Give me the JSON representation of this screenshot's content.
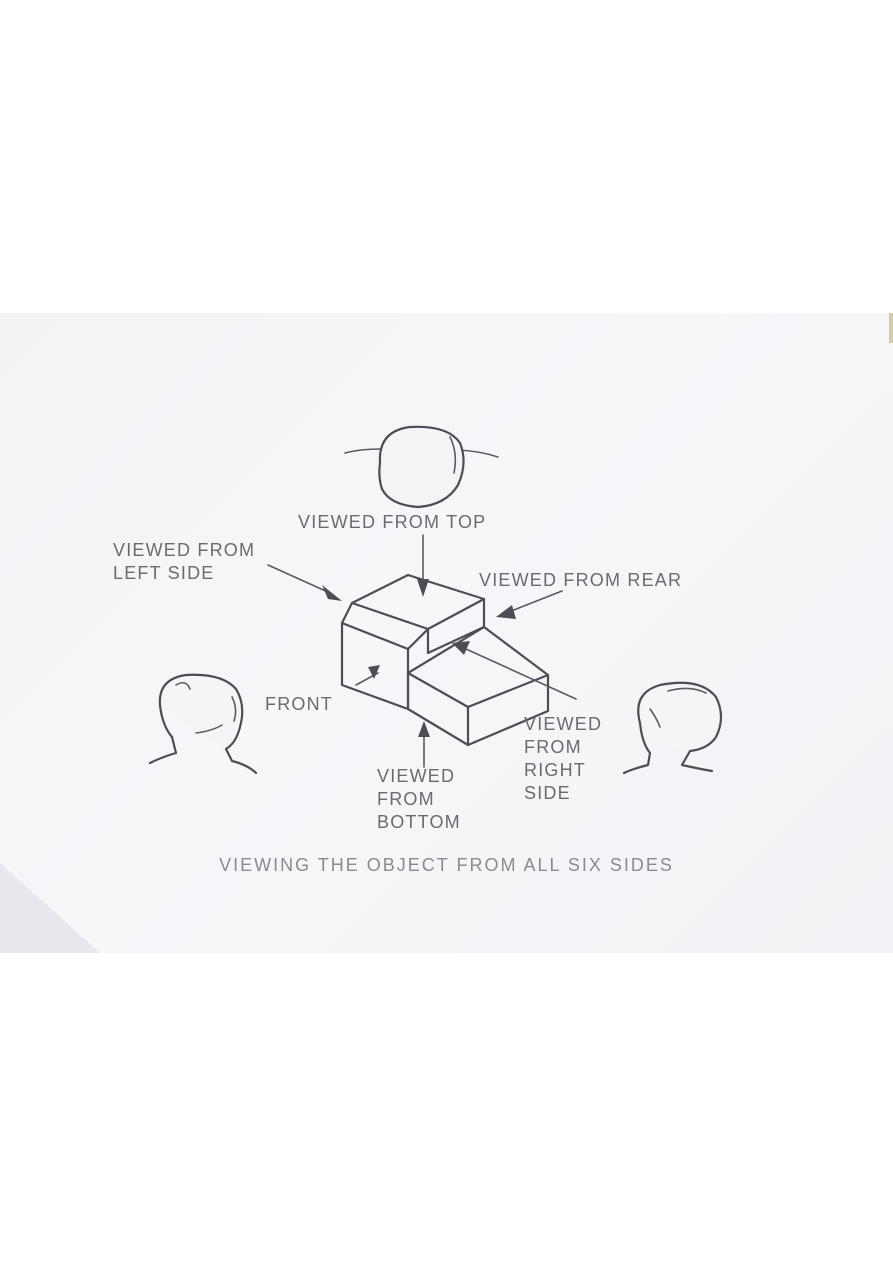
{
  "figure": {
    "caption": "VIEWING THE OBJECT FROM ALL SIX SIDES",
    "labels": {
      "top": "VIEWED FROM TOP",
      "left": "VIEWED FROM\nLEFT SIDE",
      "rear": "VIEWED FROM REAR",
      "front": "FRONT",
      "bottom": "VIEWED\nFROM\nBOTTOM",
      "right": "VIEWED\nFROM\nRIGHT\nSIDE"
    }
  }
}
